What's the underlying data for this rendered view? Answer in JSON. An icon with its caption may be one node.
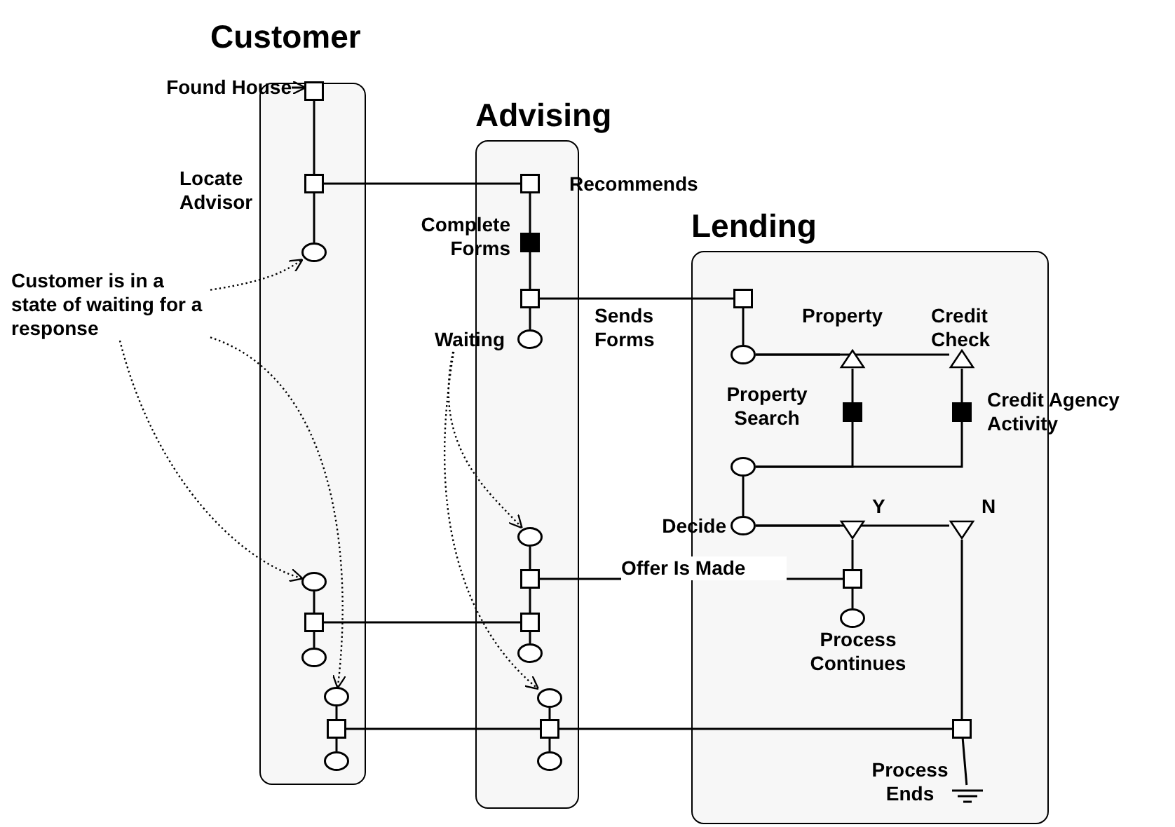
{
  "diagram": {
    "nodes": [
      {
        "text": [
          "Customer"
        ]
      },
      {
        "text": [
          "Advising"
        ]
      },
      {
        "text": [
          "Lending"
        ]
      },
      {
        "text": [
          "Found House"
        ]
      },
      {
        "text": [],
        "shape": "box",
        "in": 0
      },
      {
        "text": [],
        "shape": "box",
        "in": 0,
        "beside": [
          "Locate Advisor"
        ]
      },
      {
        "text": [],
        "shape": "box",
        "in": 1,
        "beside": [
          "Recommends"
        ]
      },
      {
        "text": [],
        "shape": "box",
        "in": 1,
        "beside": [
          "Complete Forms"
        ]
      },
      {
        "text": [],
        "shape": "ellipse",
        "in": 0
      },
      {
        "text": [
          "Customer is in a state of waiting for a response"
        ]
      },
      {
        "text": [],
        "shape": "box",
        "in": 1
      },
      {
        "text": [],
        "shape": "box",
        "in": 2
      },
      {
        "text": [],
        "shape": "ellipse",
        "in": 1
      },
      {
        "text": [
          "Waiting"
        ]
      },
      {
        "text": [],
        "shape": "ellipse",
        "in": 2
      },
      {
        "text": [],
        "shape": "triangle",
        "in": 2,
        "beside": [
          "Property"
        ]
      },
      {
        "text": [],
        "shape": "triangle",
        "in": 2,
        "beside": [
          "Credit Check"
        ]
      },
      {
        "text": [],
        "shape": "box",
        "in": 2,
        "beside": [
          "Property Search"
        ]
      },
      {
        "text": [],
        "shape": "box",
        "in": 2,
        "beside": [
          "Credit Agency Activity"
        ]
      },
      {
        "text": [],
        "shape": "ellipse",
        "in": 2
      },
      {
        "text": [],
        "shape": "ellipse",
        "in": 2,
        "beside": [
          "Decide"
        ]
      },
      {
        "text": [],
        "shape": "triangle",
        "in": 2,
        "beside": [
          "Y"
        ]
      },
      {
        "text": [],
        "shape": "triangle",
        "in": 2,
        "beside": [
          "N"
        ]
      },
      {
        "text": [],
        "shape": "ellipse",
        "in": 1
      },
      {
        "text": [],
        "shape": "box",
        "in": 1
      },
      {
        "text": [],
        "shape": "box",
        "in": 2
      },
      {
        "text": [],
        "shape": "ellipse",
        "in": 0
      },
      {
        "text": [],
        "shape": "box",
        "in": 0
      },
      {
        "text": [],
        "shape": "box",
        "in": 1
      },
      {
        "text": [],
        "shape": "ellipse",
        "in": 2,
        "beside": [
          "Process Continues"
        ]
      },
      {
        "text": [],
        "shape": "ellipse",
        "in": 0
      },
      {
        "text": [],
        "shape": "ellipse",
        "in": 0
      },
      {
        "text": [],
        "shape": "ellipse",
        "in": 1
      },
      {
        "text": [],
        "shape": "ellipse",
        "in": 1
      },
      {
        "text": [],
        "shape": "box",
        "in": 0
      },
      {
        "text": [],
        "shape": "box",
        "in": 1
      },
      {
        "text": [],
        "shape": "box",
        "in": 2
      },
      {
        "text": [],
        "shape": "ellipse",
        "in": 0
      },
      {
        "text": [],
        "shape": "ellipse",
        "in": 1
      },
      {
        "text": [],
        "shape": "ground",
        "in": 2,
        "beside": [
          "Process Ends"
        ]
      }
    ],
    "edges": [
      {
        "from": 3,
        "to": 4,
        "arrow": "to"
      },
      {
        "from": 4,
        "to": 5,
        "arrow": "none"
      },
      {
        "from": 5,
        "to": 8,
        "arrow": "none"
      },
      {
        "from": 5,
        "to": 6,
        "arrow": "none"
      },
      {
        "from": 6,
        "to": 7,
        "arrow": "none"
      },
      {
        "from": 7,
        "to": 10,
        "arrow": "none"
      },
      {
        "from": 10,
        "to": 11,
        "arrow": "none",
        "label": "Sends Forms"
      },
      {
        "from": 10,
        "to": 12,
        "arrow": "none"
      },
      {
        "from": 9,
        "to": 8,
        "arrow": "to",
        "style": "dashed"
      },
      {
        "from": 9,
        "to": 26,
        "arrow": "to",
        "style": "dashed"
      },
      {
        "from": 9,
        "to": 31,
        "arrow": "to",
        "style": "dashed"
      },
      {
        "from": 11,
        "to": 14,
        "arrow": "none"
      },
      {
        "from": 14,
        "to": 15,
        "arrow": "none"
      },
      {
        "from": 14,
        "to": 16,
        "arrow": "none"
      },
      {
        "from": 15,
        "to": 17,
        "arrow": "none"
      },
      {
        "from": 16,
        "to": 18,
        "arrow": "none"
      },
      {
        "from": 17,
        "to": 19,
        "arrow": "none"
      },
      {
        "from": 18,
        "to": 19,
        "arrow": "none"
      },
      {
        "from": 19,
        "to": 20,
        "arrow": "none"
      },
      {
        "from": 20,
        "to": 21,
        "arrow": "none"
      },
      {
        "from": 20,
        "to": 22,
        "arrow": "none"
      },
      {
        "from": 21,
        "to": 25,
        "arrow": "none"
      },
      {
        "from": 22,
        "to": 36,
        "arrow": "none"
      },
      {
        "from": 13,
        "to": 23,
        "arrow": "to",
        "style": "dashed"
      },
      {
        "from": 13,
        "to": 33,
        "arrow": "to",
        "style": "dashed"
      },
      {
        "from": 23,
        "to": 24,
        "arrow": "none"
      },
      {
        "from": 24,
        "to": 25,
        "arrow": "none",
        "label": "Offer Is Made"
      },
      {
        "from": 24,
        "to": 28,
        "arrow": "none"
      },
      {
        "from": 28,
        "to": 32,
        "arrow": "none"
      },
      {
        "from": 26,
        "to": 27,
        "arrow": "none"
      },
      {
        "from": 27,
        "to": 28,
        "arrow": "none"
      },
      {
        "from": 27,
        "to": 30,
        "arrow": "none"
      },
      {
        "from": 25,
        "to": 29,
        "arrow": "none"
      },
      {
        "from": 31,
        "to": 34,
        "arrow": "none"
      },
      {
        "from": 34,
        "to": 35,
        "arrow": "none"
      },
      {
        "from": 35,
        "to": 36,
        "arrow": "none"
      },
      {
        "from": 34,
        "to": 37,
        "arrow": "none"
      },
      {
        "from": 33,
        "to": 35,
        "arrow": "none"
      },
      {
        "from": 35,
        "to": 38,
        "arrow": "none"
      },
      {
        "from": 36,
        "to": 39,
        "arrow": "none"
      }
    ]
  }
}
